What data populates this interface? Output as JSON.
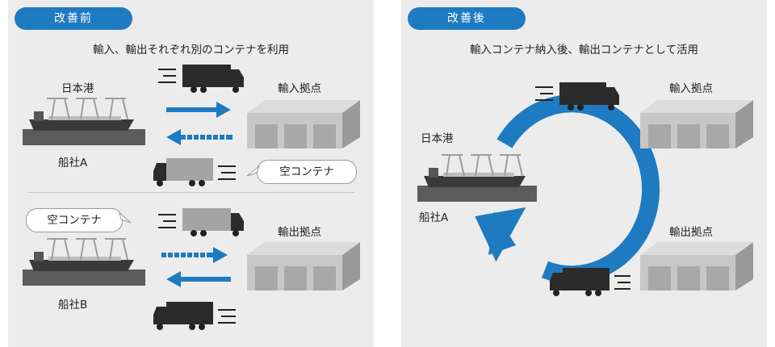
{
  "before": {
    "badge": "改善前",
    "subtitle": "輸入、輸出それぞれ別のコンテナを利用",
    "port_label_a": "日本港",
    "shipper_a": "船社A",
    "import_base": "輸入拠点",
    "empty_bubble_a": "空コンテナ",
    "empty_bubble_b": "空コンテナ",
    "export_base": "輸出拠点",
    "shipper_b": "船社B"
  },
  "after": {
    "badge": "改善後",
    "subtitle": "輸入コンテナ納入後、輸出コンテナとして活用",
    "port_label": "日本港",
    "shipper": "船社A",
    "import_base": "輸入拠点",
    "export_base": "輸出拠点"
  },
  "colors": {
    "accent_blue": "#1f7bc1",
    "panel_bg": "#ececec",
    "truck_dark": "#2b2b2b",
    "container_grey": "#9e9e9e",
    "warehouse_grey": "#b5b5b5"
  }
}
